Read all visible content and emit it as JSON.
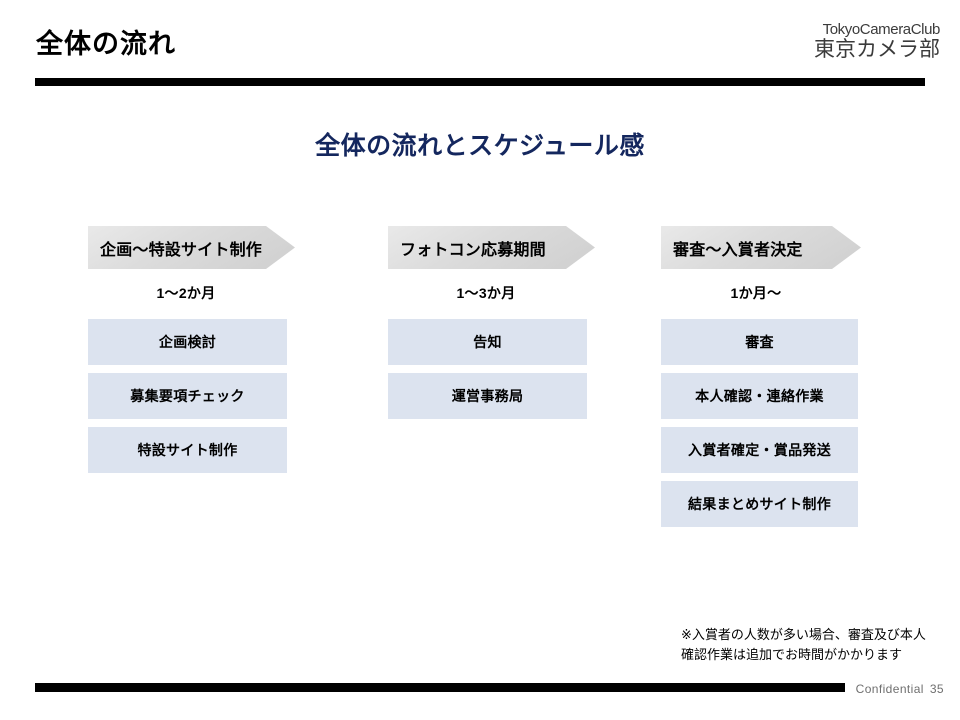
{
  "header": {
    "title": "全体の流れ",
    "logo": {
      "english": "TokyoCameraClub",
      "japanese": "東京カメラ部"
    }
  },
  "body": {
    "heading": "全体の流れとスケジュール感",
    "heading_color": "#14275e"
  },
  "phases": [
    {
      "name": "企画〜特設サイト制作",
      "duration": "1〜2か月",
      "tasks": [
        {
          "label": "企画検討"
        },
        {
          "label": "募集要項チェック"
        },
        {
          "label": "特設サイト制作"
        }
      ]
    },
    {
      "name": "フォトコン応募期間",
      "duration": "1〜3か月",
      "tasks": [
        {
          "label": "告知"
        },
        {
          "label": "運営事務局"
        }
      ]
    },
    {
      "name": "審査〜入賞者決定",
      "duration": "1か月〜",
      "tasks": [
        {
          "label": "審査"
        },
        {
          "label": "本人確認・連絡作業"
        },
        {
          "label": "入賞者確定・賞品発送"
        },
        {
          "label": "結果まとめサイト制作"
        }
      ]
    }
  ],
  "footnote": {
    "line1": "※入賞者の人数が多い場合、審査及び本人",
    "line2": "確認作業は追加でお時間がかかります"
  },
  "footer": {
    "confidential": "Confidential",
    "page_number": "35"
  },
  "colors": {
    "chevron_fill": "#dcdcdc",
    "task_box_fill": "#dce3ef",
    "rule": "#000000",
    "heading": "#14275e",
    "footer_text": "#6f6f6f"
  }
}
